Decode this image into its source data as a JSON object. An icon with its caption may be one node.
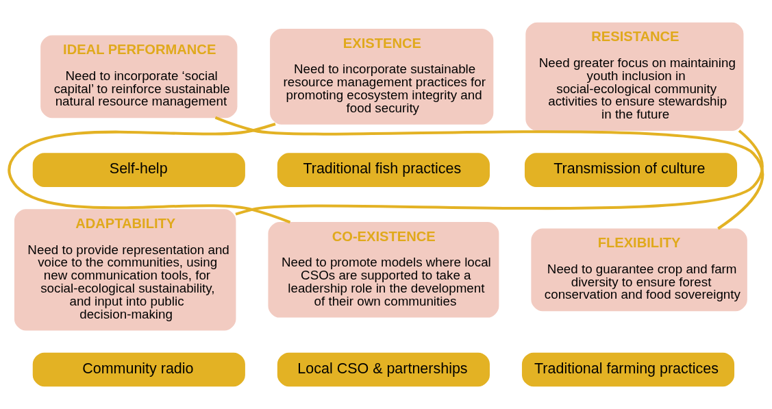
{
  "diagram": {
    "nodes": [
      {
        "text": [
          "EXISTENCE",
          "Need to incorporate sustainable resource management practices for promoting ecosystem integrity and food security"
        ]
      },
      {
        "text": [
          "Traditional fish practices"
        ]
      },
      {
        "text": [
          "IDEAL PERFORMANCE",
          "Need to incorporate ‘social capital’ to reinforce sustainable natural resource management"
        ]
      },
      {
        "text": [
          "Self-help"
        ]
      },
      {
        "text": [
          "RESISTANCE",
          "Need greater focus on maintaining youth inclusion in social-ecological community activities to ensure stewardship in the future"
        ]
      },
      {
        "text": [
          "Transmission of culture"
        ]
      },
      {
        "text": [
          "ADAPTABILITY",
          "Need to provide representation and voice to the communities, using new communication tools, for social-ecological sustainability, and input into public decision-making"
        ]
      },
      {
        "text": [
          "Community radio"
        ]
      },
      {
        "text": [
          "CO-EXISTENCE",
          "Need to promote models where local CSOs are supported to take a leadership role in the development of their own communities"
        ]
      },
      {
        "text": [
          "Local CSO & partnerships"
        ]
      },
      {
        "text": [
          "FLEXIBILITY",
          "Need to guarantee crop and farm diversity to ensure forest conservation and food sovereignty"
        ]
      },
      {
        "text": [
          "Traditional farming practices"
        ]
      }
    ],
    "edges": [
      {
        "from": 0,
        "to": 8,
        "arrow": "none"
      },
      {
        "from": 2,
        "to": 10,
        "arrow": "none"
      },
      {
        "from": 4,
        "to": 6,
        "arrow": "none"
      }
    ]
  }
}
